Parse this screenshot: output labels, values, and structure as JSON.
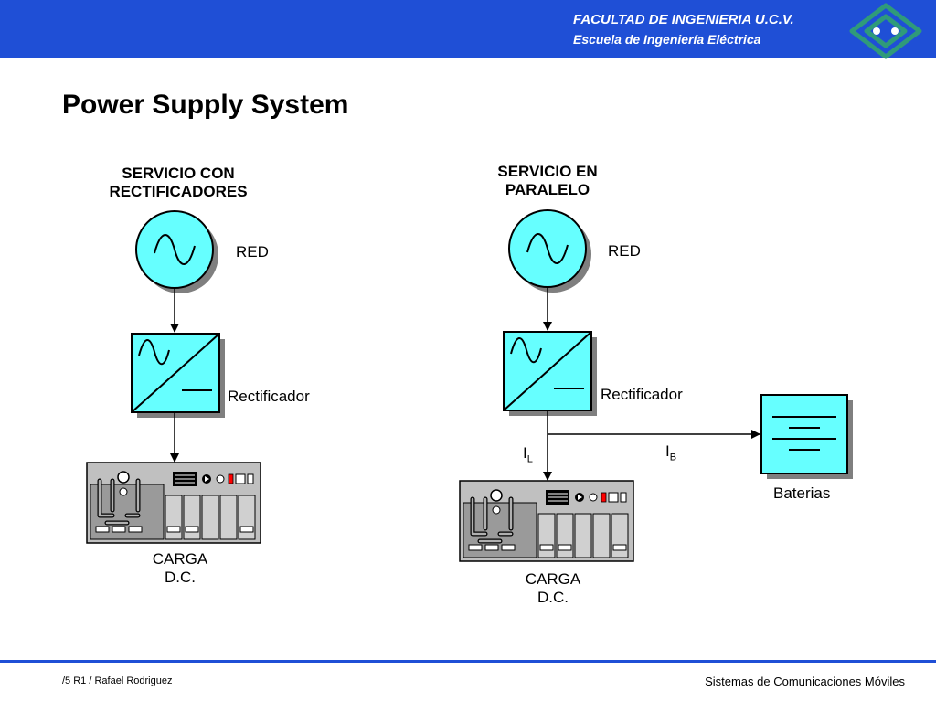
{
  "header": {
    "line1": "FACULTAD DE INGENIERIA U.C.V.",
    "line2": "Escuela de Ingeniería Eléctrica",
    "logo_icon": "ucv-engineering-logo-icon"
  },
  "title": "Power Supply System",
  "left": {
    "heading_line1": "SERVICIO CON",
    "heading_line2": "RECTIFICADORES",
    "source_label": "RED",
    "rectifier_label": "Rectificador",
    "load_line1": "CARGA",
    "load_line2": "D.C."
  },
  "right": {
    "heading_line1": "SERVICIO EN",
    "heading_line2": "PARALELO",
    "source_label": "RED",
    "rectifier_label": "Rectificador",
    "current_load": "I",
    "current_load_sub": "L",
    "current_battery": "I",
    "current_battery_sub": "B",
    "battery_label": "Baterias",
    "load_line1": "CARGA",
    "load_line2": "D.C."
  },
  "footer": {
    "left": "/5 R1 / Rafael Rodriguez",
    "right": "Sistemas de Comunicaciones Móviles"
  },
  "colors": {
    "header_blue": "#1f4fd6",
    "component_fill": "#66ffff",
    "shadow": "#7f7f7f",
    "logo_green": "#2f9a7a"
  }
}
